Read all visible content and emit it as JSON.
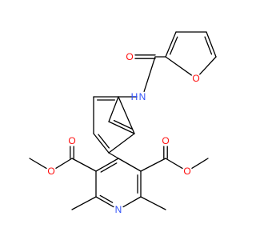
{
  "molecule": {
    "atom_colors": {
      "O": "#ff0d0d",
      "N": "#3050f8",
      "H": "#3050f8",
      "C": "#000000"
    },
    "labels": {
      "furan_oxygen": "O",
      "amide_oxygen": "O",
      "amide_nitrogen": "N",
      "amide_hydrogen": "H",
      "ester_left_carbonyl_oxygen": "O",
      "ester_left_ether_oxygen": "O",
      "ester_right_carbonyl_oxygen": "O",
      "ester_right_ether_oxygen": "O",
      "pyridine_nitrogen": "N"
    }
  }
}
